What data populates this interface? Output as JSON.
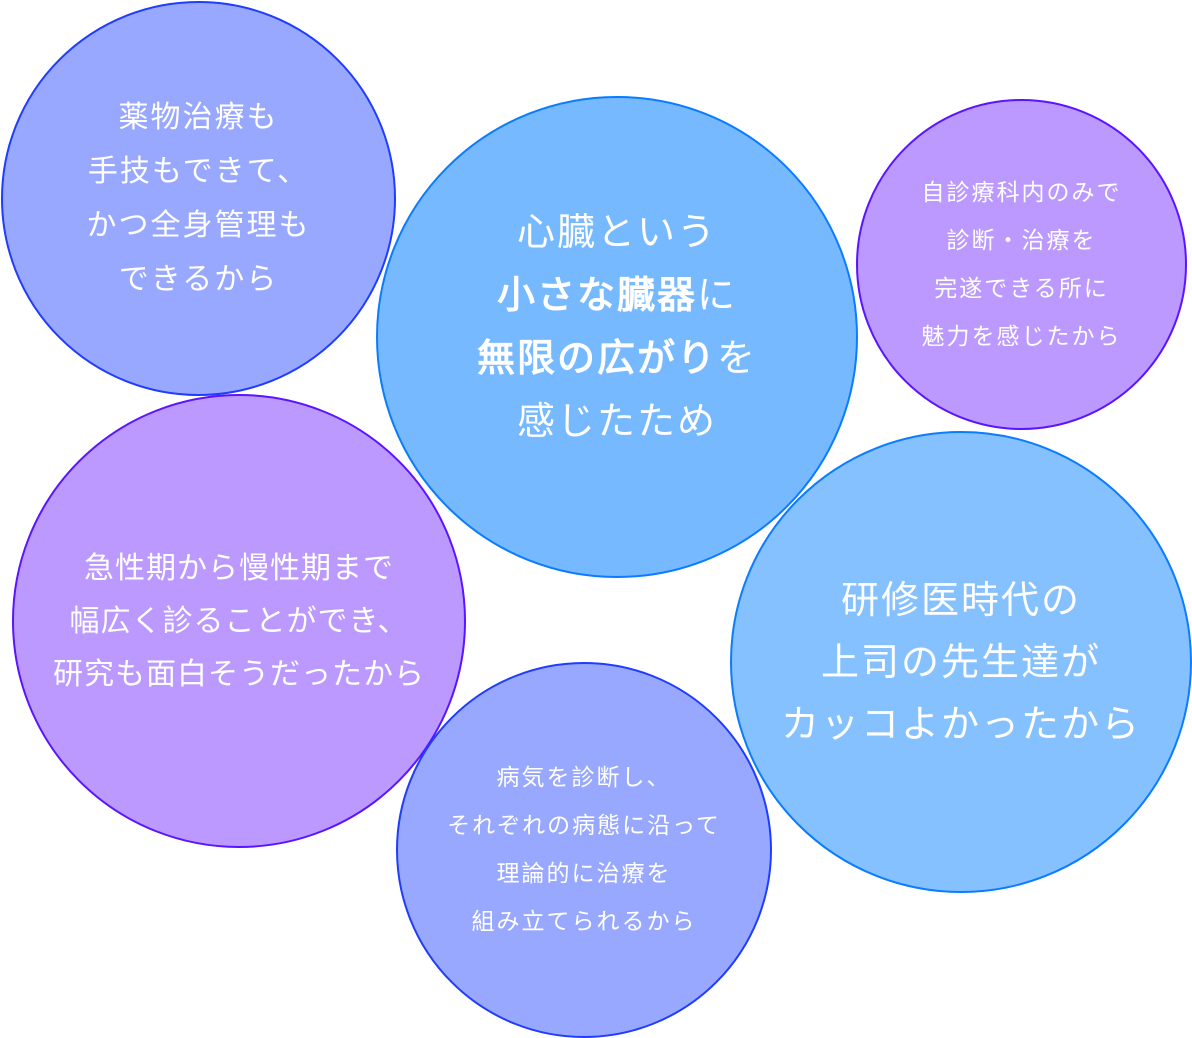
{
  "bubbles": [
    {
      "lines": [
        "薬物治療も",
        "手技もできて、",
        "かつ全身管理も",
        "できるから"
      ]
    },
    {
      "lines": [
        [
          {
            "t": "心臓という",
            "b": false
          }
        ],
        [
          {
            "t": "小さな臓器",
            "b": true
          },
          {
            "t": "に",
            "b": false
          }
        ],
        [
          {
            "t": "無限の広がり",
            "b": true
          },
          {
            "t": "を",
            "b": false
          }
        ],
        [
          {
            "t": "感じたため",
            "b": false
          }
        ]
      ]
    },
    {
      "lines": [
        "自診療科内のみで",
        "診断・治療を",
        "完遂できる所に",
        "魅力を感じたから"
      ]
    },
    {
      "lines": [
        "急性期から慢性期まで",
        "幅広く診ることができ、",
        "研究も面白そうだったから"
      ]
    },
    {
      "lines": [
        "研修医時代の",
        "上司の先生達が",
        "カッコよかったから"
      ]
    },
    {
      "lines": [
        "病気を診断し、",
        "それぞれの病態に沿って",
        "理論的に治療を",
        "組み立てられるから"
      ]
    }
  ],
  "colors": {
    "violet": "#99a8ff",
    "blue": "#77b9ff",
    "purple": "#bb99ff",
    "sky": "#85c1ff"
  }
}
